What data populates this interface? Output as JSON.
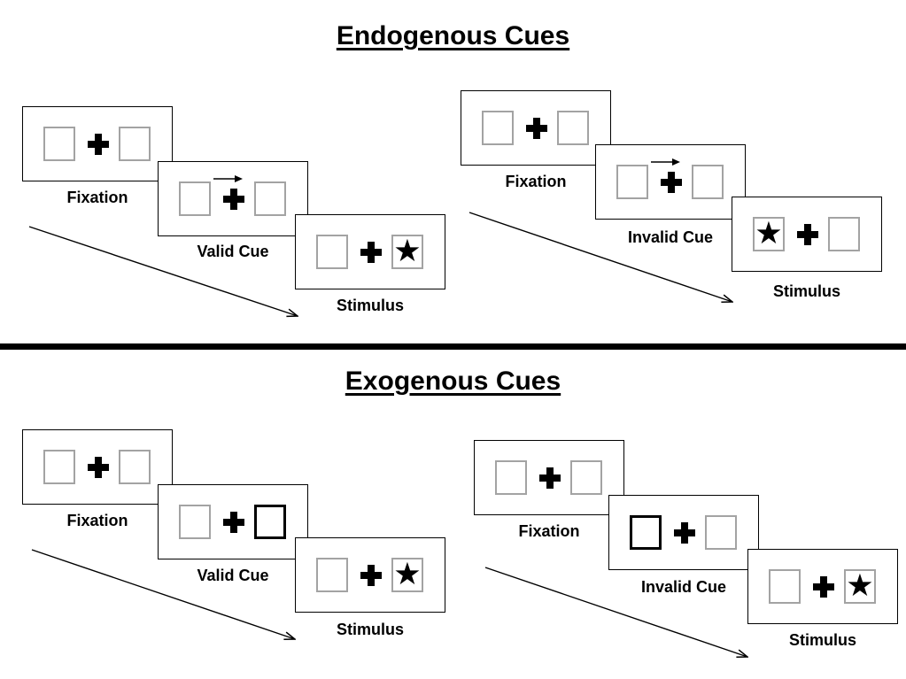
{
  "glyphs": {
    "star": "★"
  },
  "colors": {
    "background": "#ffffff",
    "panel_outline": "#000000",
    "box_outline_gray": "#a3a3a3",
    "cue_highlight_black": "#000000",
    "text": "#000000"
  },
  "sections": [
    {
      "title": "Endogenous Cues",
      "groups": [
        {
          "trial_type": "valid",
          "cue_symbol": "arrow-right-above-fixation-cross",
          "panels": [
            {
              "label": "Fixation",
              "left_box": "empty",
              "right_box": "empty"
            },
            {
              "label": "Valid Cue",
              "left_box": "empty",
              "right_box": "empty",
              "cue": "arrow-right"
            },
            {
              "label": "Stimulus",
              "left_box": "empty",
              "right_box": "star"
            }
          ]
        },
        {
          "trial_type": "invalid",
          "cue_symbol": "arrow-right-above-fixation-cross",
          "panels": [
            {
              "label": "Fixation",
              "left_box": "empty",
              "right_box": "empty"
            },
            {
              "label": "Invalid Cue",
              "left_box": "empty",
              "right_box": "empty",
              "cue": "arrow-right"
            },
            {
              "label": "Stimulus",
              "left_box": "star",
              "right_box": "empty"
            }
          ]
        }
      ]
    },
    {
      "title": "Exogenous Cues",
      "groups": [
        {
          "trial_type": "valid",
          "cue_symbol": "highlighted-box",
          "panels": [
            {
              "label": "Fixation",
              "left_box": "empty",
              "right_box": "empty"
            },
            {
              "label": "Valid Cue",
              "left_box": "empty",
              "right_box": "highlighted",
              "cue": "right-box-bold"
            },
            {
              "label": "Stimulus",
              "left_box": "empty",
              "right_box": "star"
            }
          ]
        },
        {
          "trial_type": "invalid",
          "cue_symbol": "highlighted-box",
          "panels": [
            {
              "label": "Fixation",
              "left_box": "empty",
              "right_box": "empty"
            },
            {
              "label": "Invalid Cue",
              "left_box": "highlighted",
              "right_box": "empty",
              "cue": "left-box-bold"
            },
            {
              "label": "Stimulus",
              "left_box": "empty",
              "right_box": "star"
            }
          ]
        }
      ]
    }
  ]
}
